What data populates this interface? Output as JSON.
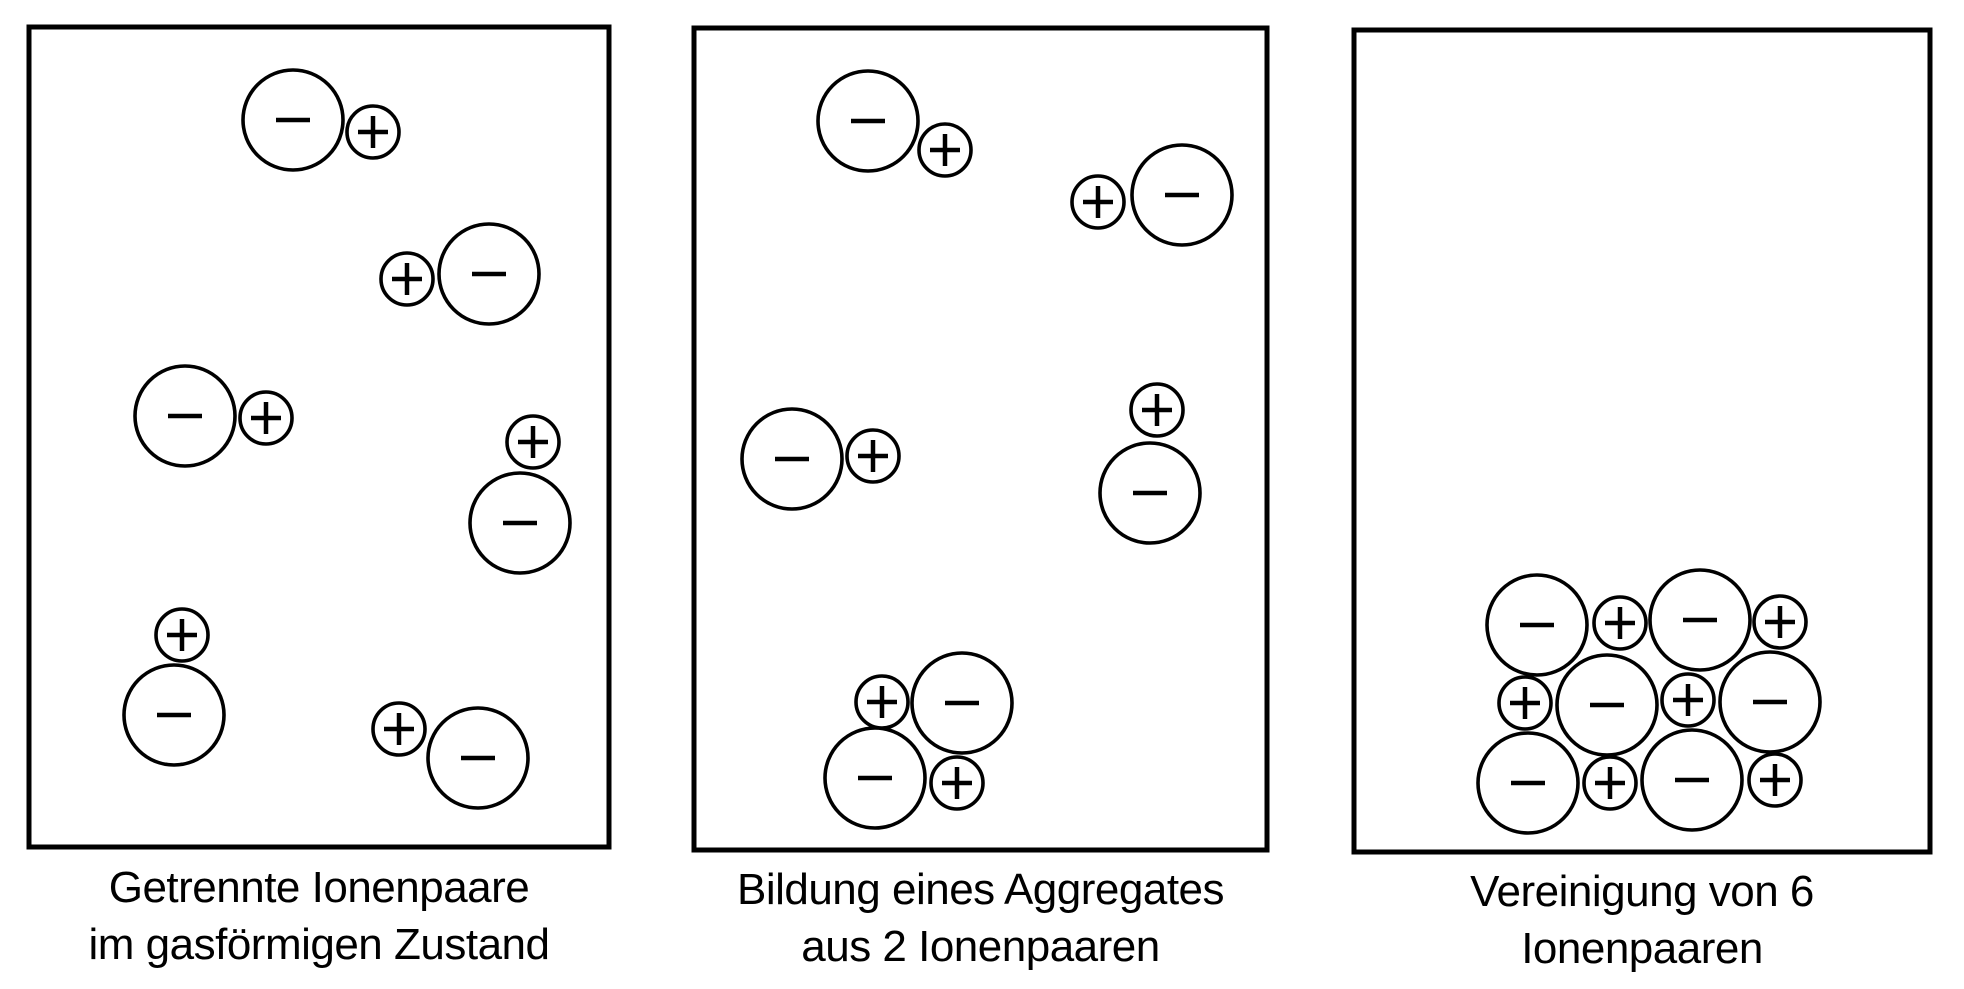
{
  "figure": {
    "colors": {
      "ink": "#000000",
      "background": "#ffffff"
    },
    "legend": {
      "anion_symbol": "−",
      "cation_symbol": "+"
    },
    "panels": [
      {
        "id": "separated",
        "caption_lines": [
          "Getrennte Ionenpaare",
          "im gasförmigen Zustand"
        ],
        "ion_pairs": 6,
        "ions": [
          "anion",
          "cation",
          "cation",
          "anion",
          "anion",
          "cation",
          "cation",
          "anion",
          "cation",
          "anion",
          "cation",
          "anion"
        ]
      },
      {
        "id": "aggregate",
        "caption_lines": [
          "Bildung eines Aggregates",
          "aus 2 Ionenpaaren"
        ],
        "ion_pairs": 6,
        "ions": [
          "anion",
          "cation",
          "cation",
          "anion",
          "anion",
          "cation",
          "cation",
          "anion",
          "cation",
          "anion",
          "anion",
          "cation"
        ]
      },
      {
        "id": "union",
        "caption_lines": [
          "Vereinigung von 6",
          "Ionenpaaren"
        ],
        "ion_pairs": 6,
        "ions": [
          "anion",
          "cation",
          "anion",
          "cation",
          "cation",
          "anion",
          "cation",
          "anion",
          "anion",
          "cation",
          "anion",
          "cation"
        ]
      }
    ]
  }
}
